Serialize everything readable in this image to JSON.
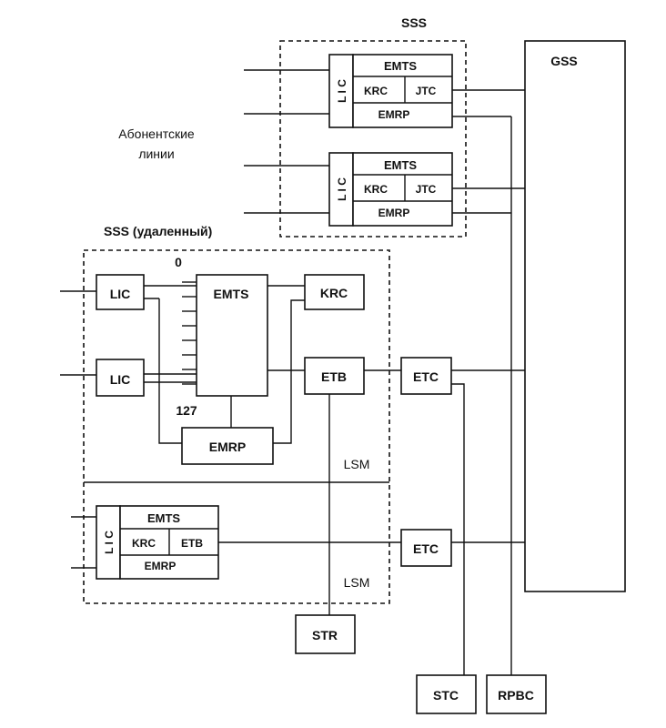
{
  "labels": {
    "sss_top": "SSS",
    "subscriber_lines": [
      "Абонентские",
      "линии"
    ],
    "sss_remote": "SSS (удаленный)",
    "gss": "GSS",
    "port_zero": "0",
    "port_127": "127",
    "lsm_upper": "LSM",
    "lsm_lower": "LSM"
  },
  "unit1": {
    "lic": "L I C",
    "emts": "EMTS",
    "krc": "KRC",
    "jtc": "JTC",
    "emrp": "EMRP"
  },
  "unit2": {
    "lic": "L I C",
    "emts": "EMTS",
    "krc": "KRC",
    "jtc": "JTC",
    "emrp": "EMRP"
  },
  "remote": {
    "lic1": "LIC",
    "lic2": "LIC",
    "emts": "EMTS",
    "krc": "KRC",
    "etb": "ETB",
    "emrp": "EMRP",
    "etc": "ETC"
  },
  "unit3": {
    "lic": "L I C",
    "emts": "EMTS",
    "krc": "KRC",
    "etb": "ETB",
    "emrp": "EMRP",
    "etc": "ETC"
  },
  "bottom": {
    "str": "STR",
    "stc": "STC",
    "rpbc": "RPBC"
  }
}
